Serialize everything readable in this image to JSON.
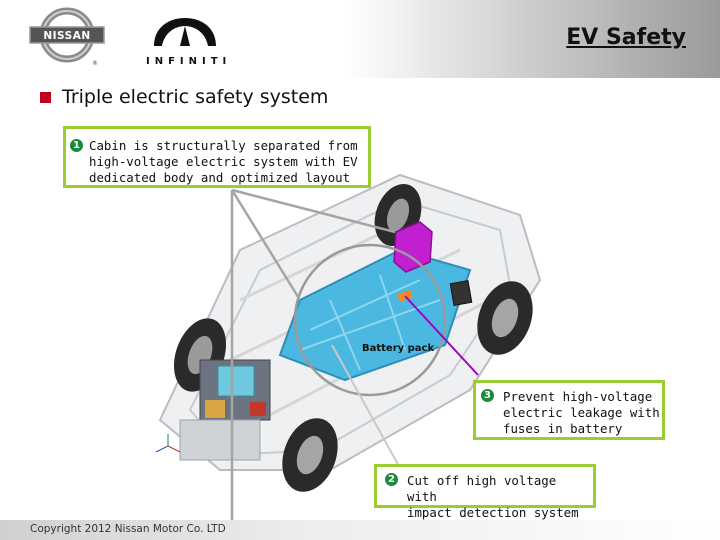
{
  "header": {
    "title": "EV Safety",
    "brands": [
      "NISSAN",
      "INFINITI"
    ]
  },
  "bullet": {
    "text": "Triple electric safety system"
  },
  "callouts": [
    {
      "number": "1",
      "lines": [
        "Cabin is structurally separated from",
        "high-voltage electric system with EV",
        "dedicated body and optimized layout"
      ]
    },
    {
      "number": "3",
      "lines": [
        "Prevent high-voltage",
        "electric leakage with",
        "fuses in battery"
      ]
    },
    {
      "number": "2",
      "lines": [
        "Cut off high voltage with",
        "impact detection system"
      ]
    }
  ],
  "labels": {
    "battery_pack": "Battery pack"
  },
  "footer": {
    "copyright": "Copyright 2012 Nissan Motor Co. LTD"
  },
  "colors": {
    "accent_red": "#c1001f",
    "callout_border": "#9acd32",
    "number_badge": "#1a8a3a",
    "connector_purple": "#a000c8"
  }
}
